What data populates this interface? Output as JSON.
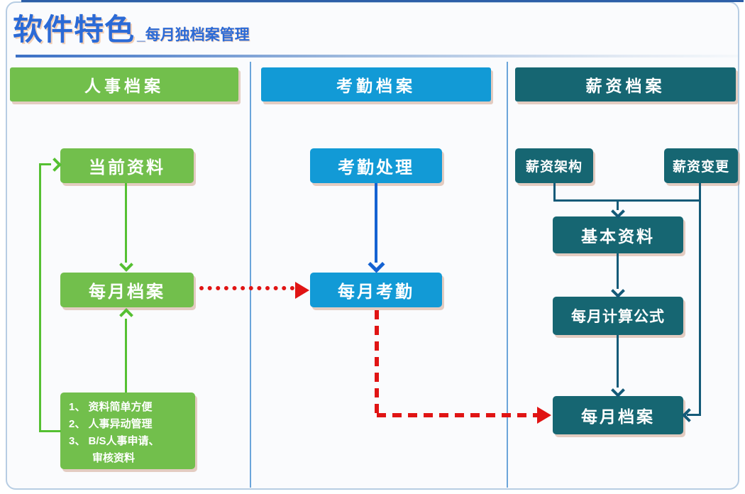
{
  "title": {
    "main": "软件特色",
    "subtitle": "_每月独档案管理"
  },
  "columns": [
    {
      "header": "人事档案",
      "boxes": [
        "当前资料",
        "每月档案"
      ],
      "features": [
        "1、 资料简单方便",
        "2、 人事异动管理",
        "3、 B/S人事申请、",
        "审核资料"
      ]
    },
    {
      "header": "考勤档案",
      "boxes": [
        "考勤处理",
        "每月考勤"
      ]
    },
    {
      "header": "薪资档案",
      "boxes": [
        "薪资架构",
        "薪资变更",
        "基本资料",
        "每月计算公式",
        "每月档案"
      ]
    }
  ],
  "colors": {
    "personnel_green": "#72bf4c",
    "attendance_blue": "#129ad6",
    "salary_teal": "#166672",
    "flow_red": "#e01414",
    "title_blue": "#2b6ad6",
    "green_line": "#55c032",
    "blue_arrow": "#1462d2",
    "teal_line": "#145a78"
  }
}
